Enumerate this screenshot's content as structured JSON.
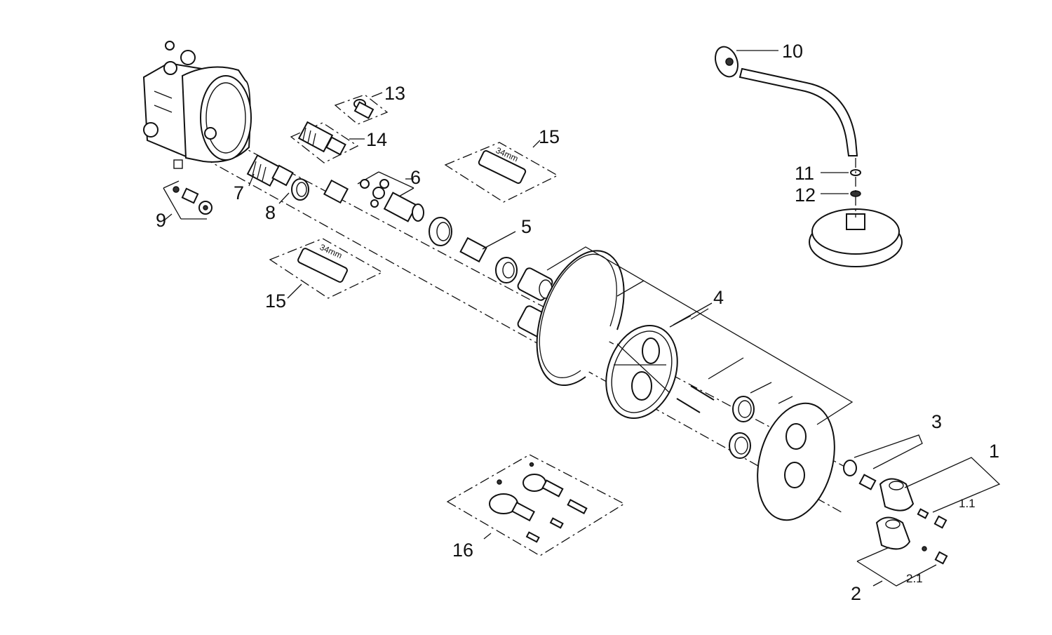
{
  "diagram": {
    "background": "#ffffff",
    "stroke_color": "#111111",
    "callouts": [
      {
        "id": "p1",
        "label": "1"
      },
      {
        "id": "p1-1",
        "label": "1.1"
      },
      {
        "id": "p2",
        "label": "2"
      },
      {
        "id": "p2-1",
        "label": "2.1"
      },
      {
        "id": "p3",
        "label": "3"
      },
      {
        "id": "p4",
        "label": "4"
      },
      {
        "id": "p5",
        "label": "5"
      },
      {
        "id": "p6",
        "label": "6"
      },
      {
        "id": "p7",
        "label": "7"
      },
      {
        "id": "p8",
        "label": "8"
      },
      {
        "id": "p9",
        "label": "9"
      },
      {
        "id": "p10",
        "label": "10"
      },
      {
        "id": "p11",
        "label": "11"
      },
      {
        "id": "p12",
        "label": "12"
      },
      {
        "id": "p13",
        "label": "13"
      },
      {
        "id": "p14",
        "label": "14"
      },
      {
        "id": "p15a",
        "label": "15"
      },
      {
        "id": "p15b",
        "label": "15"
      },
      {
        "id": "p16",
        "label": "16"
      }
    ],
    "tool_size_label": "34mm"
  }
}
